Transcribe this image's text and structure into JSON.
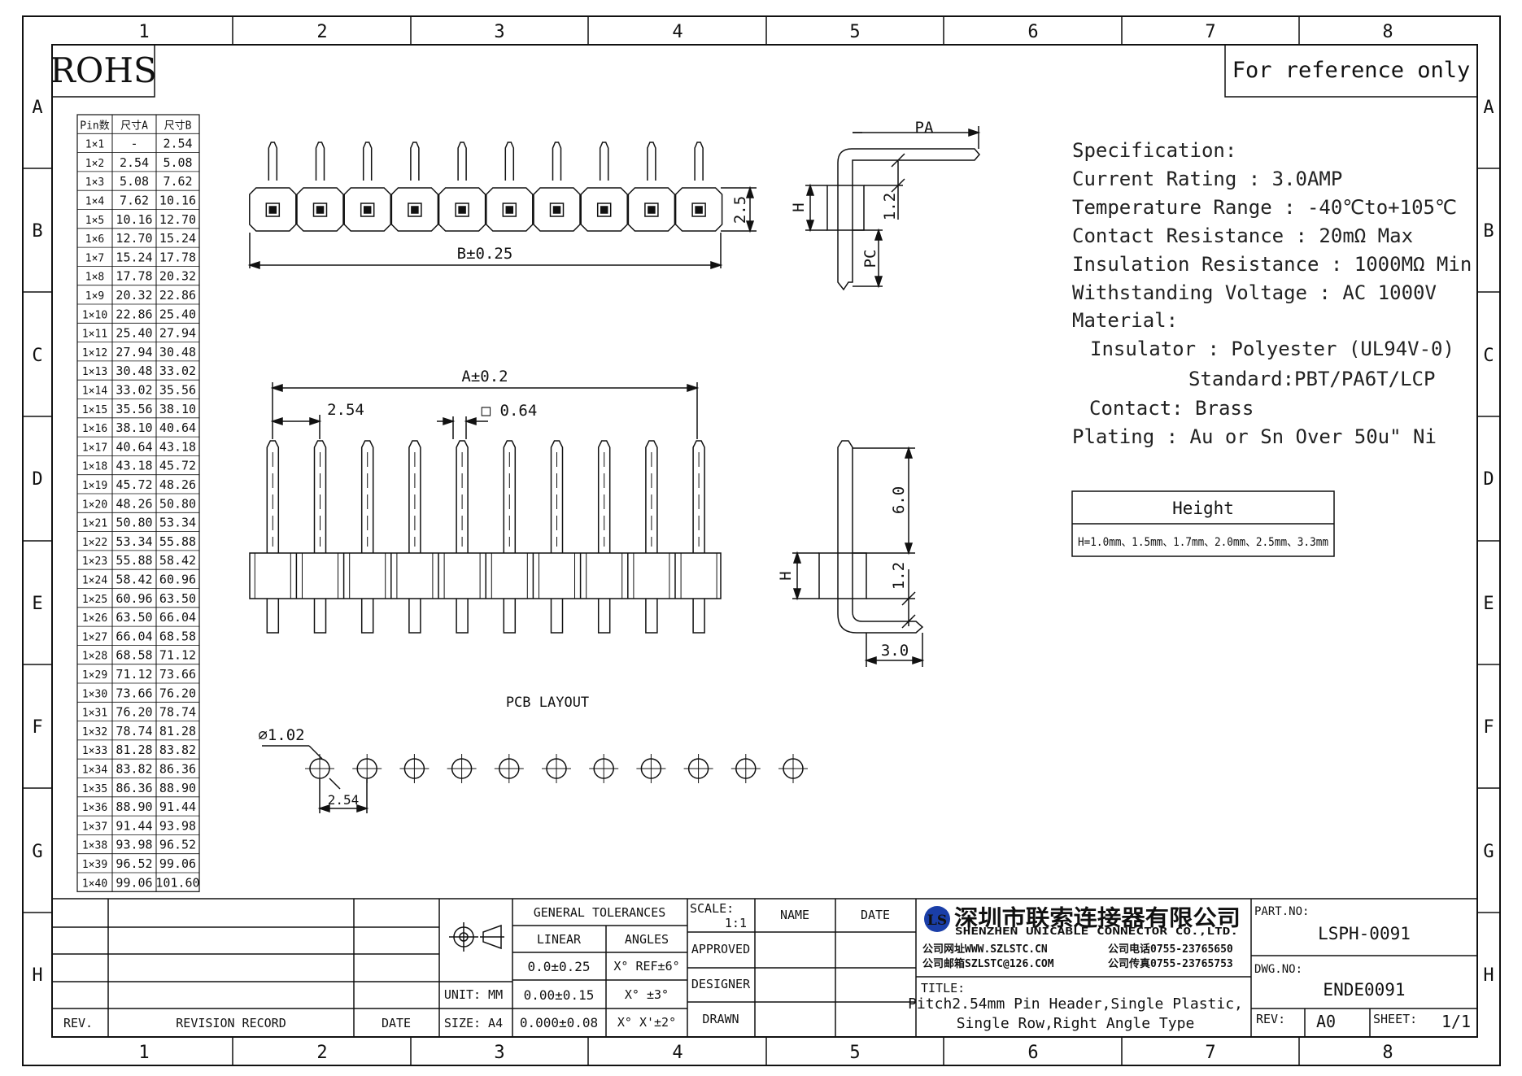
{
  "frame": {
    "columns": [
      "1",
      "2",
      "3",
      "4",
      "5",
      "6",
      "7",
      "8"
    ],
    "rows": [
      "A",
      "B",
      "C",
      "D",
      "E",
      "F",
      "G",
      "H"
    ]
  },
  "rohs": "ROHS",
  "reference_note": "For reference only",
  "pin_table": {
    "headers": [
      "Pin数",
      "尺寸A",
      "尺寸B"
    ],
    "rows": [
      [
        "1×1",
        "-",
        "2.54"
      ],
      [
        "1×2",
        "2.54",
        "5.08"
      ],
      [
        "1×3",
        "5.08",
        "7.62"
      ],
      [
        "1×4",
        "7.62",
        "10.16"
      ],
      [
        "1×5",
        "10.16",
        "12.70"
      ],
      [
        "1×6",
        "12.70",
        "15.24"
      ],
      [
        "1×7",
        "15.24",
        "17.78"
      ],
      [
        "1×8",
        "17.78",
        "20.32"
      ],
      [
        "1×9",
        "20.32",
        "22.86"
      ],
      [
        "1×10",
        "22.86",
        "25.40"
      ],
      [
        "1×11",
        "25.40",
        "27.94"
      ],
      [
        "1×12",
        "27.94",
        "30.48"
      ],
      [
        "1×13",
        "30.48",
        "33.02"
      ],
      [
        "1×14",
        "33.02",
        "35.56"
      ],
      [
        "1×15",
        "35.56",
        "38.10"
      ],
      [
        "1×16",
        "38.10",
        "40.64"
      ],
      [
        "1×17",
        "40.64",
        "43.18"
      ],
      [
        "1×18",
        "43.18",
        "45.72"
      ],
      [
        "1×19",
        "45.72",
        "48.26"
      ],
      [
        "1×20",
        "48.26",
        "50.80"
      ],
      [
        "1×21",
        "50.80",
        "53.34"
      ],
      [
        "1×22",
        "53.34",
        "55.88"
      ],
      [
        "1×23",
        "55.88",
        "58.42"
      ],
      [
        "1×24",
        "58.42",
        "60.96"
      ],
      [
        "1×25",
        "60.96",
        "63.50"
      ],
      [
        "1×26",
        "63.50",
        "66.04"
      ],
      [
        "1×27",
        "66.04",
        "68.58"
      ],
      [
        "1×28",
        "68.58",
        "71.12"
      ],
      [
        "1×29",
        "71.12",
        "73.66"
      ],
      [
        "1×30",
        "73.66",
        "76.20"
      ],
      [
        "1×31",
        "76.20",
        "78.74"
      ],
      [
        "1×32",
        "78.74",
        "81.28"
      ],
      [
        "1×33",
        "81.28",
        "83.82"
      ],
      [
        "1×34",
        "83.82",
        "86.36"
      ],
      [
        "1×35",
        "86.36",
        "88.90"
      ],
      [
        "1×36",
        "88.90",
        "91.44"
      ],
      [
        "1×37",
        "91.44",
        "93.98"
      ],
      [
        "1×38",
        "93.98",
        "96.52"
      ],
      [
        "1×39",
        "96.52",
        "99.06"
      ],
      [
        "1×40",
        "99.06",
        "101.60"
      ]
    ]
  },
  "drawing": {
    "top_view": {
      "dim_b": "B±0.25",
      "dim_height": "2.5",
      "pin_count": 10
    },
    "side_top": {
      "pa": "PA",
      "h": "H",
      "d12": "1.2",
      "pc": "PC"
    },
    "front_view": {
      "dim_a": "A±0.2",
      "pitch": "2.54",
      "pin_square": "□ 0.64"
    },
    "side_bottom": {
      "d60": "6.0",
      "h": "H",
      "d12": "1.2",
      "d30": "3.0"
    },
    "pcb": {
      "title": "PCB LAYOUT",
      "hole": "⌀1.02",
      "pitch": "2.54",
      "hole_count": 11
    }
  },
  "spec": {
    "lines": [
      "Specification:",
      "Current Rating : 3.0AMP",
      "Temperature Range : -40℃to+105℃",
      "Contact Resistance : 20mΩ Max",
      "Insulation Resistance : 1000MΩ Min",
      "Withstanding Voltage : AC 1000V",
      "Material:",
      "Insulator : Polyester (UL94V-0)",
      "Standard:PBT/PA6T/LCP",
      "Contact: Brass",
      "Plating : Au or Sn Over 50u\" Ni"
    ]
  },
  "height_box": {
    "title": "Height",
    "values": "H=1.0mm、1.5mm、1.7mm、2.0mm、2.5mm、3.3mm"
  },
  "title_block": {
    "rev": "REV.",
    "revision_record": "REVISION RECORD",
    "date": "DATE",
    "unit": "UNIT: MM",
    "size": "SIZE: A4",
    "general_tolerances": "GENERAL TOLERANCES",
    "linear": "LINEAR",
    "angles": "ANGLES",
    "lin1": "0.0±0.25",
    "lin2": "0.00±0.15",
    "lin3": "0.000±0.08",
    "ang1": "X° REF±6°",
    "ang2": "X° ±3°",
    "ang3": "X° X'±2°",
    "scale_label": "SCALE:",
    "scale": "1:1",
    "name": "NAME",
    "date2": "DATE",
    "approved": "APPROVED",
    "designer": "DESIGNER",
    "drawn": "DRAWN",
    "company_cn": "深圳市联索连接器有限公司",
    "company_en": "SHENZHEN UNICABLE CONNECTOR CO.,LTD.",
    "website": "公司网址WWW.SZLSTC.CN",
    "email": "公司邮箱SZLSTC@126.COM",
    "phone": "公司电话0755-23765650",
    "fax": "公司传真0755-23765753",
    "title_label": "TITLE:",
    "title1": "Pitch2.54mm Pin Header,Single Plastic,",
    "title2": "Single Row,Right Angle Type",
    "part_no_label": "PART.NO:",
    "part_no": "LSPH-0091",
    "dwg_no_label": "DWG.NO:",
    "dwg_no": "ENDE0091",
    "rev_label": "REV:",
    "rev_value": "A0",
    "sheet_label": "SHEET:",
    "sheet_value": "1/1"
  },
  "colors": {
    "line": "#111111",
    "logo": "#1a3ea8"
  }
}
